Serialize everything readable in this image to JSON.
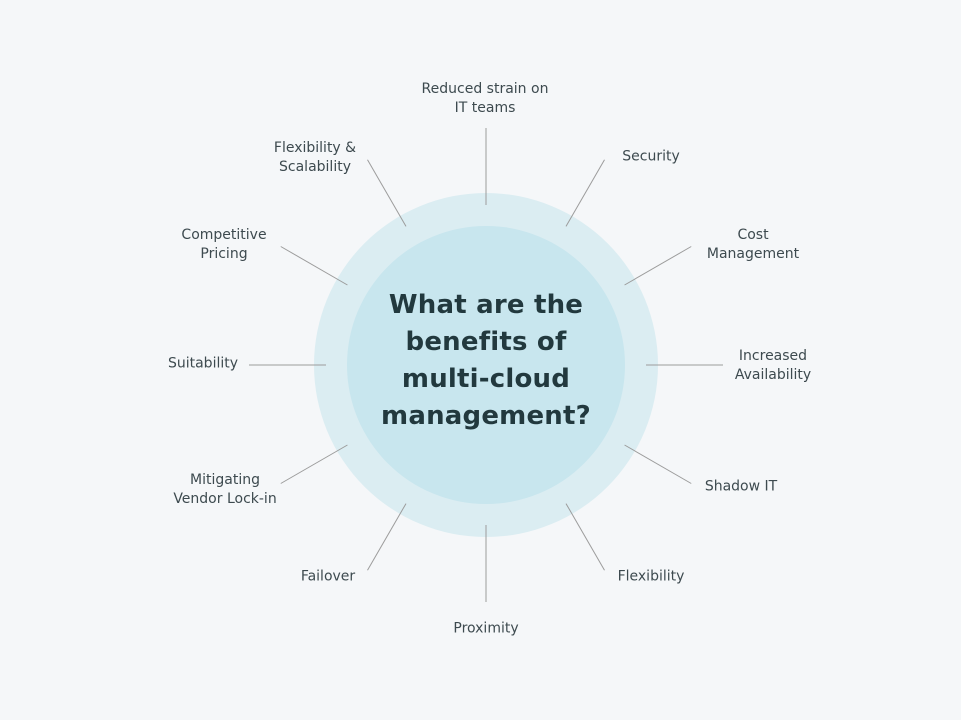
{
  "title": "What are the benefits of multi-cloud management?",
  "colors": {
    "background": "#f5f7f9",
    "outer_ring": "#dbedf2",
    "inner_circle": "#c8e6ee",
    "title_text": "#22393e",
    "label_text": "#3d4a4f",
    "spoke": "#9c9c9c"
  },
  "benefits": [
    "Reduced strain on IT teams",
    "Security",
    "Cost Management",
    "Increased Availability",
    "Shadow IT",
    "Flexibility",
    "Proximity",
    "Failover",
    "Mitigating Vendor Lock-in",
    "Suitability",
    "Competitive Pricing",
    "Flexibility & Scalability"
  ]
}
